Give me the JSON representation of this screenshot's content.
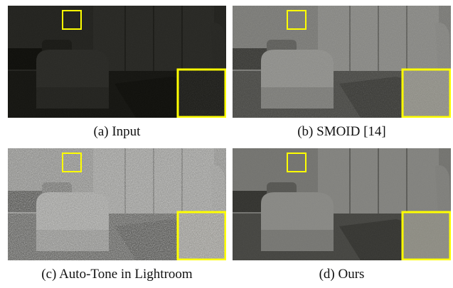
{
  "figure": {
    "panels": [
      {
        "caption": "(a) Input",
        "brightness": 0.18,
        "noise": 0.05,
        "zoom_color": "#1a1a16"
      },
      {
        "caption": "(b) SMOID [14]",
        "brightness": 0.62,
        "noise": 0.25,
        "zoom_color": "#8d8c83"
      },
      {
        "caption": "(c) Auto-Tone in Lightroom",
        "brightness": 0.72,
        "noise": 0.9,
        "zoom_color": "#9a9890"
      },
      {
        "caption": "(d) Ours",
        "brightness": 0.6,
        "noise": 0.1,
        "zoom_color": "#8b8a80"
      }
    ],
    "highlight_color": "#ffff00"
  }
}
